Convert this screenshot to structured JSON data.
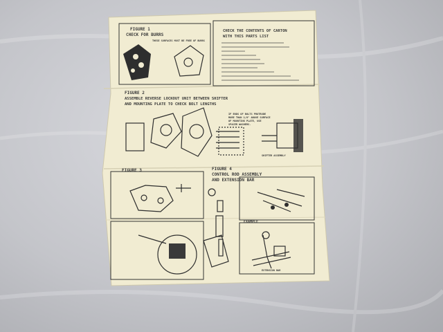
{
  "instruction_sheet": {
    "figure1": {
      "title": "FIGURE 1",
      "subtitle": "CHECK FOR BURRS",
      "note": "THESE SURFACES MUST BE FREE OF BURRS"
    },
    "parts_list": {
      "title_line1": "CHECK THE CONTENTS OF CARTON",
      "title_line2": "WITH THIS PARTS LIST"
    },
    "figure2": {
      "title": "FIGURE 2",
      "line1": "ASSEMBLE REVERSE LOCKOUT UNIT BETWEEN SHIFTER",
      "line2": "AND MOUNTING PLATE TO CHECK BOLT LENGTHS",
      "callout_line1": "IF ENDS OF BOLTS PROTRUDE",
      "callout_line2": "MORE THAN 1/8\" ABOVE SURFACE",
      "callout_line3": "OF MOUNTING PLATE, USE",
      "callout_line4": "SPACER WASHERS.",
      "label_assembly": "SHIFTER ASSEMBLY"
    },
    "figure3": {
      "title": "FIGURE 3"
    },
    "figure4": {
      "title": "FIGURE 4",
      "line1": "CONTROL ROD ASSEMBLY",
      "line2": "AND EXTENSION BAR",
      "example_label": "EXAMPLE",
      "extension_label": "EXTENSION BAR"
    }
  }
}
